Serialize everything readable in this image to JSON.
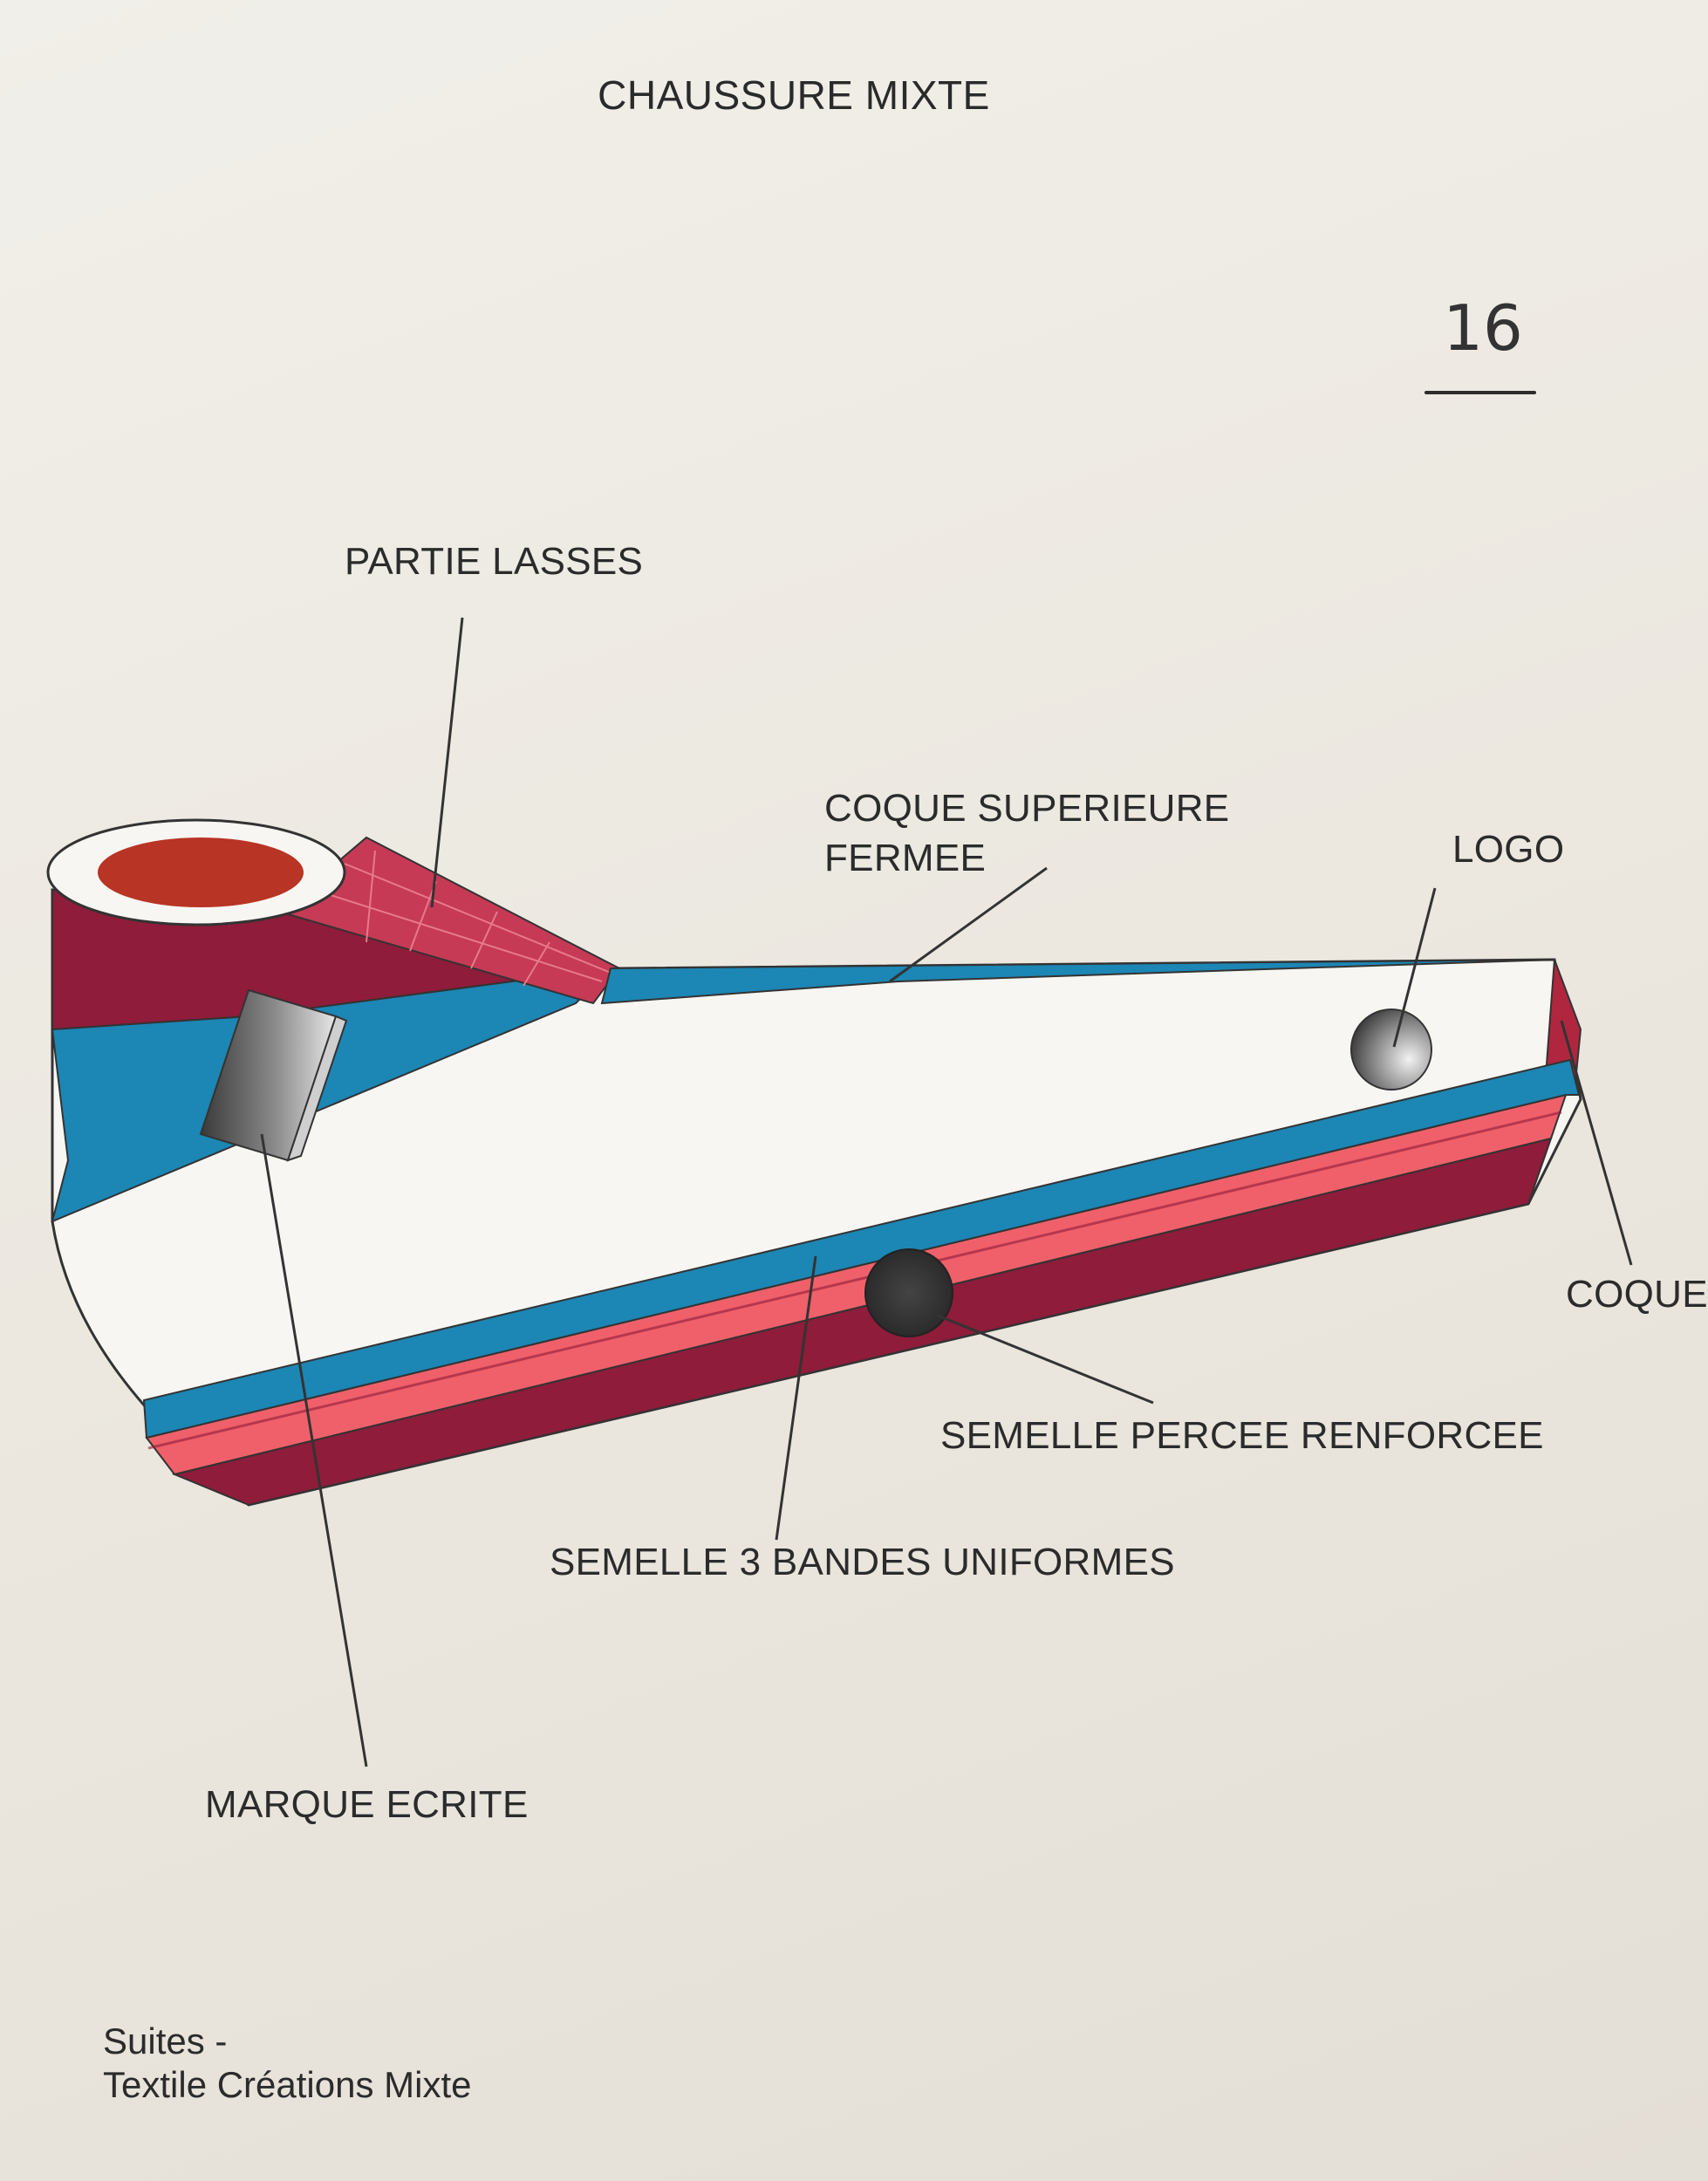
{
  "title": "CHAUSSURE MIXTE",
  "page_number": "16",
  "labels": {
    "partie_lasses": "PARTIE LASSES",
    "coque_superieure": "COQUE SUPERIEURE",
    "fermee": "FERMEE",
    "logo": "LOGO",
    "coque": "COQUE",
    "semelle_percee": "SEMELLE PERCEE RENFORCEE",
    "semelle_bandes": "SEMELLE 3 BANDES UNIFORMES",
    "marque_ecrite": "MARQUE ECRITE"
  },
  "footer": {
    "line1": "Suites -",
    "line2": "Textile Créations Mixte"
  },
  "colors": {
    "blue": "#1c86b4",
    "dark_red": "#8e1c3a",
    "pink": "#f0606a",
    "rust": "#b83424",
    "ink": "#2b2b2b"
  }
}
